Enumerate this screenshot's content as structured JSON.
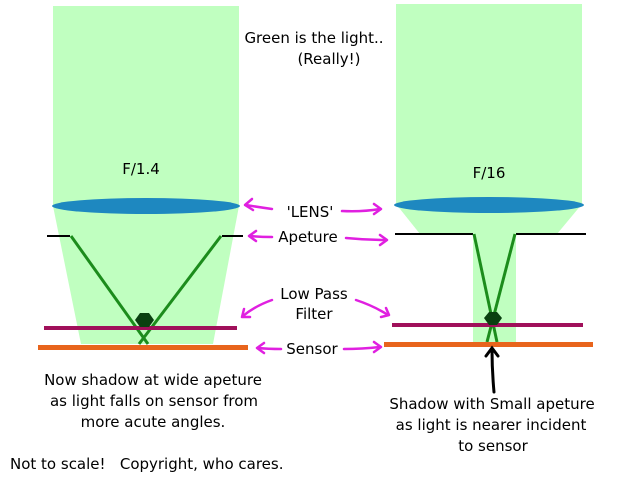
{
  "title_line1": "Green is the light..",
  "title_line2": "(Really!)",
  "left_fstop": "F/1.4",
  "right_fstop": "F/16",
  "labels": {
    "lens": "'LENS'",
    "aperture": "Apeture",
    "lpf_line1": "Low Pass",
    "lpf_line2": "Filter",
    "sensor": "Sensor"
  },
  "left_caption": [
    "Now shadow at wide apeture",
    "as light falls on sensor from",
    "more acute angles."
  ],
  "right_caption": [
    "Shadow with Small apeture",
    "as light is nearer incident",
    "to sensor"
  ],
  "footer": "Not to scale!   Copyright, who cares.",
  "colors": {
    "light": "#c0ffc0",
    "lens": "#1e88c0",
    "ray": "#1c8c1c",
    "dust": "#0a4010",
    "filter": "#a0105a",
    "sensor": "#e8641c",
    "arrow": "#e020e0"
  }
}
